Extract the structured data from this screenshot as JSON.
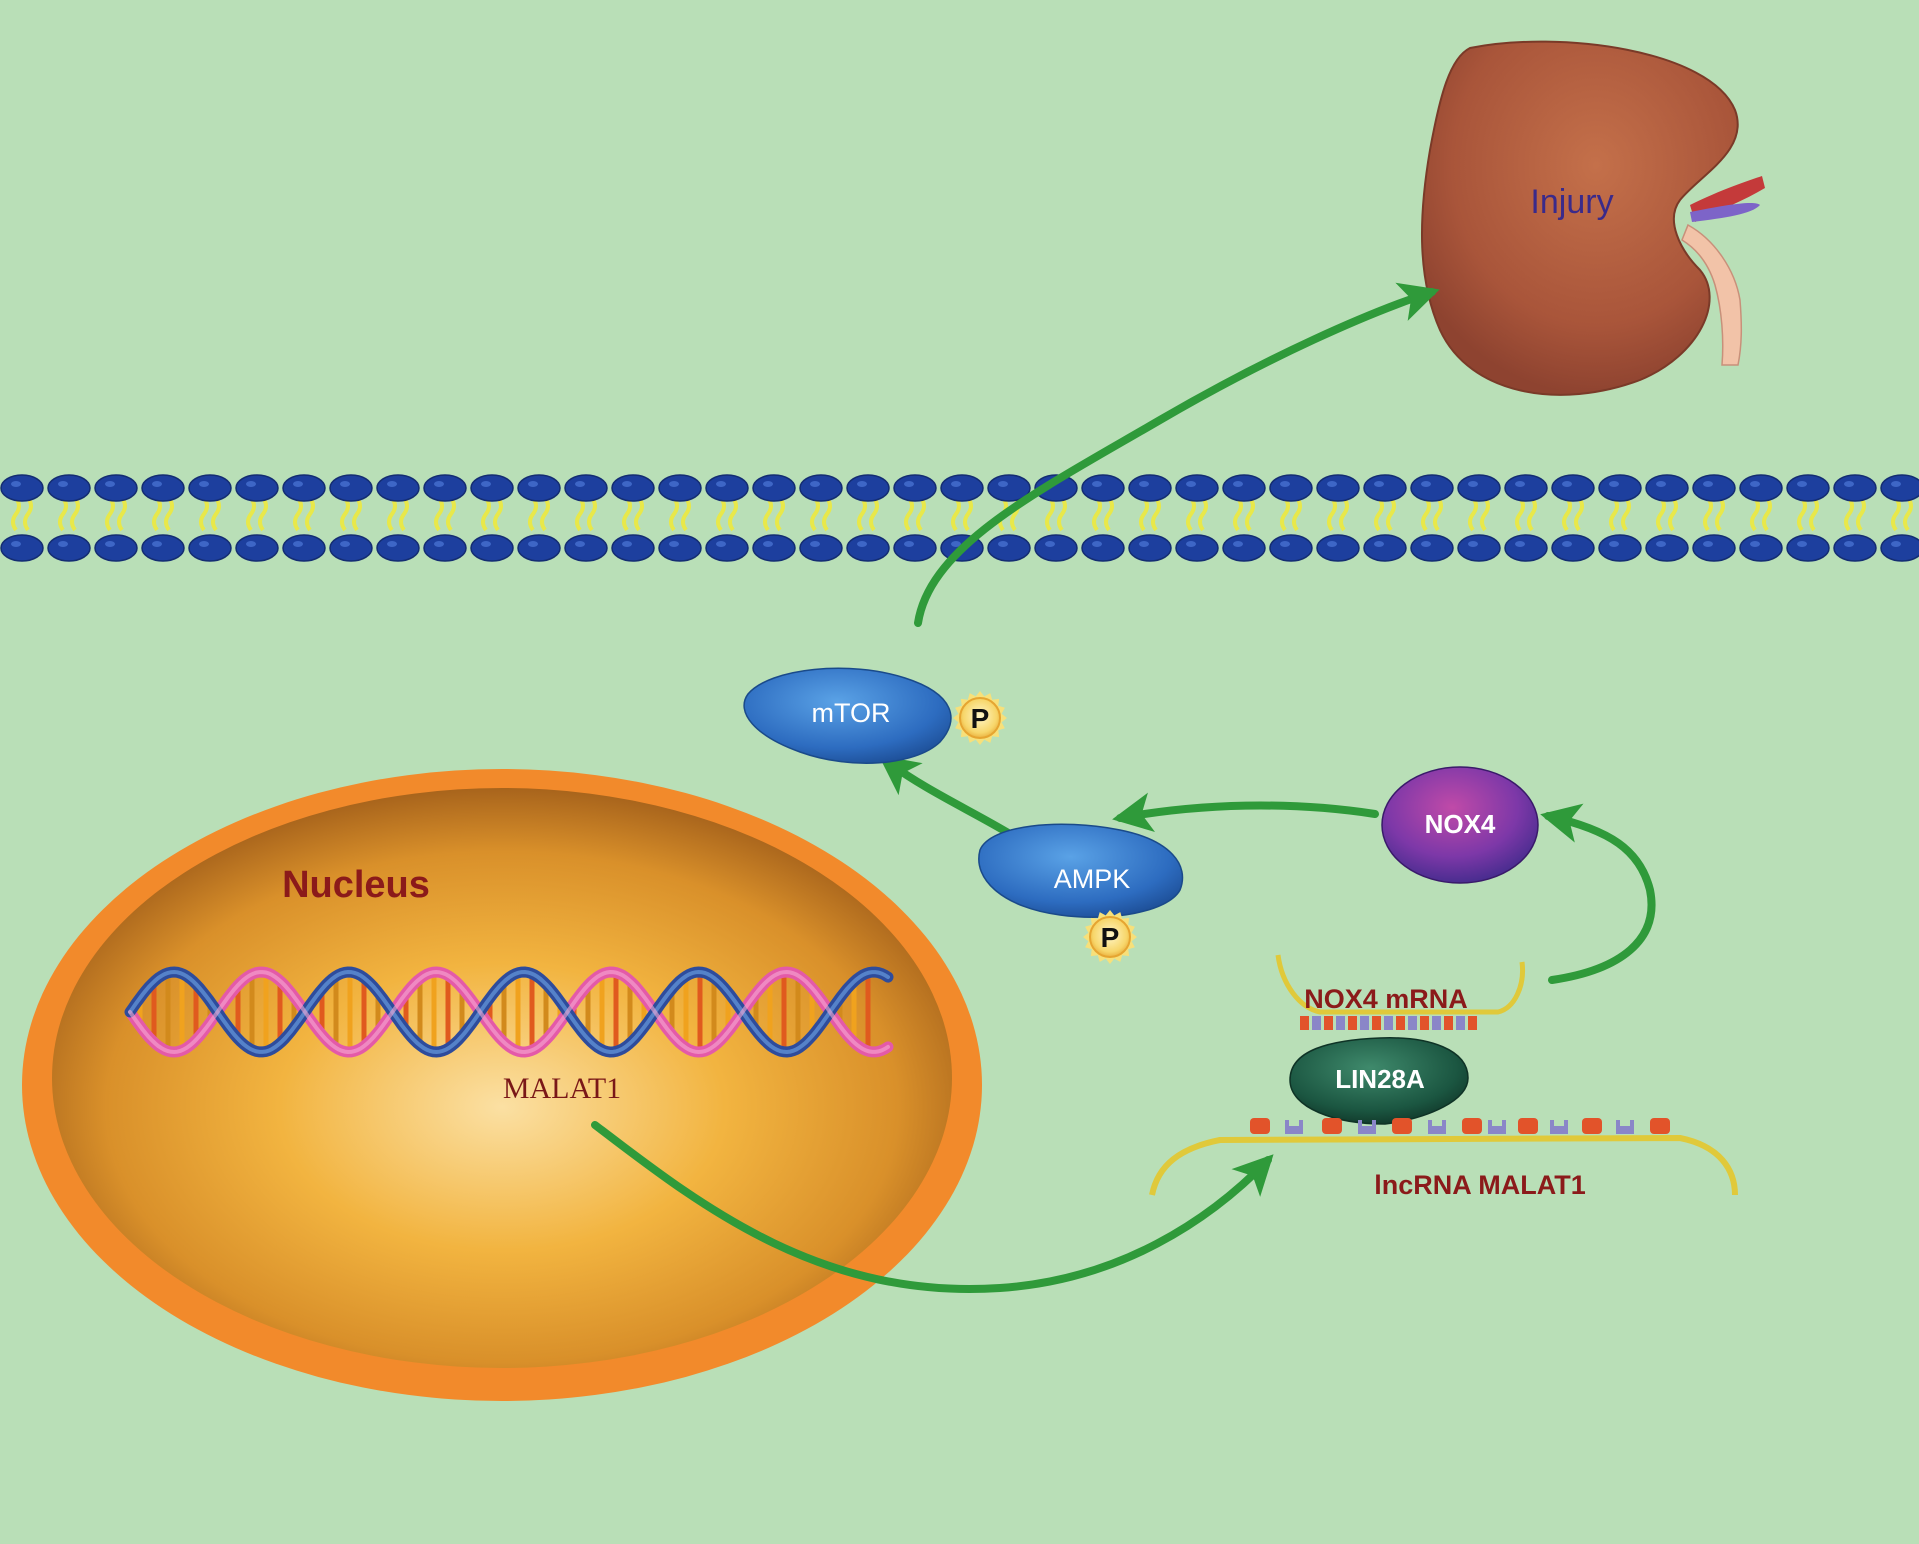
{
  "labels": {
    "injury": "Injury",
    "nucleus": "Nucleus",
    "malat1_gene": "MALAT1",
    "mtor": "mTOR",
    "ampk": "AMPK",
    "nox4": "NOX4",
    "nox4_mrna": "NOX4 mRNA",
    "lin28a": "LIN28A",
    "lncrna_malat1": "lncRNA MALAT1",
    "phospho": "P"
  },
  "colors": {
    "background": "#b9dfb7",
    "arrow": "#2f9a3a",
    "membrane_head": "#1d3f9e",
    "membrane_tail": "#e8e84a",
    "nucleus_rim": "#f28a2b",
    "kidney": "#b0573c",
    "protein_blue": "#2f6fc4",
    "nox4_purple": "#7a3aa8",
    "lin28a_green": "#1f5a45",
    "label_dark_red": "#8b1a1a",
    "injury_text": "#3a2a8a"
  }
}
